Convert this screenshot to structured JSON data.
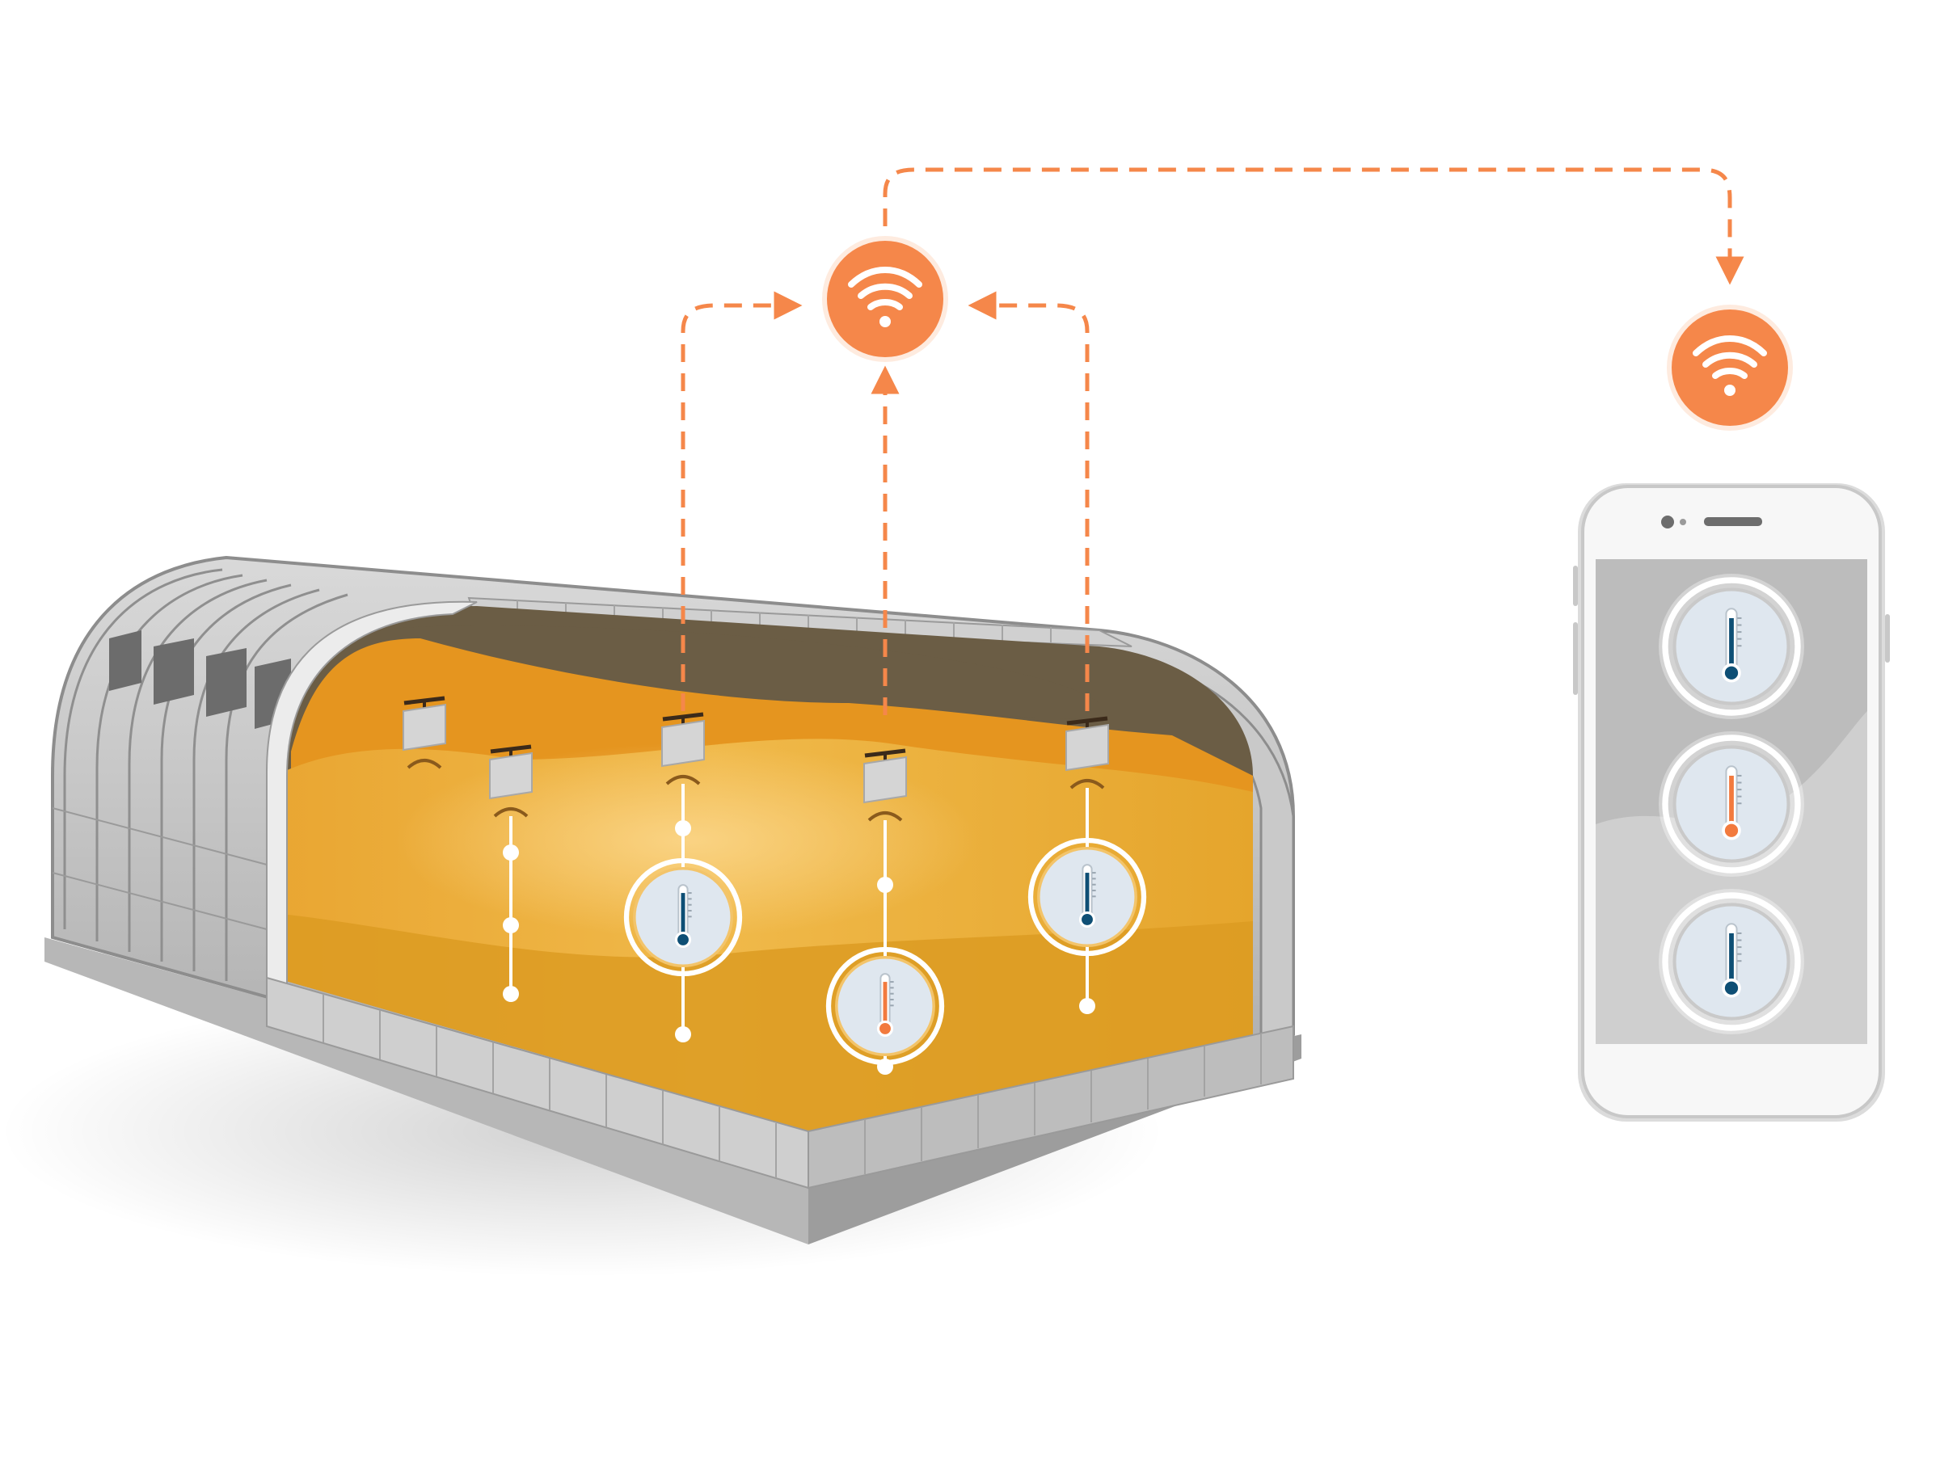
{
  "colors": {
    "accent": "#f5874a",
    "grain_light": "#f6c66f",
    "grain_mid": "#ebb43a",
    "grain_dark": "#d9921a",
    "grain_top": "#e5951f",
    "dark_layer": "#6b5d45",
    "structure": "#c2c2c2",
    "structure_dark": "#8d8d8d",
    "thermo_cold": "#0e4f75",
    "thermo_hot": "#f27a3e",
    "phone_screen": "#bcbcbc",
    "phone_body": "#f7f7f7"
  },
  "icons": {
    "gateway": "wifi-icon",
    "phone_receiver": "wifi-icon",
    "sensor_reading": "thermometer-icon"
  },
  "probes": [
    {
      "name": "probe-1",
      "has_thermometer": false,
      "reading": "none"
    },
    {
      "name": "probe-2",
      "has_thermometer": false,
      "reading": "none"
    },
    {
      "name": "probe-3",
      "has_thermometer": true,
      "reading": "cold"
    },
    {
      "name": "probe-4",
      "has_thermometer": true,
      "reading": "hot"
    },
    {
      "name": "probe-5",
      "has_thermometer": true,
      "reading": "cold"
    }
  ],
  "phone": {
    "readings": [
      "cold",
      "hot",
      "cold"
    ]
  }
}
